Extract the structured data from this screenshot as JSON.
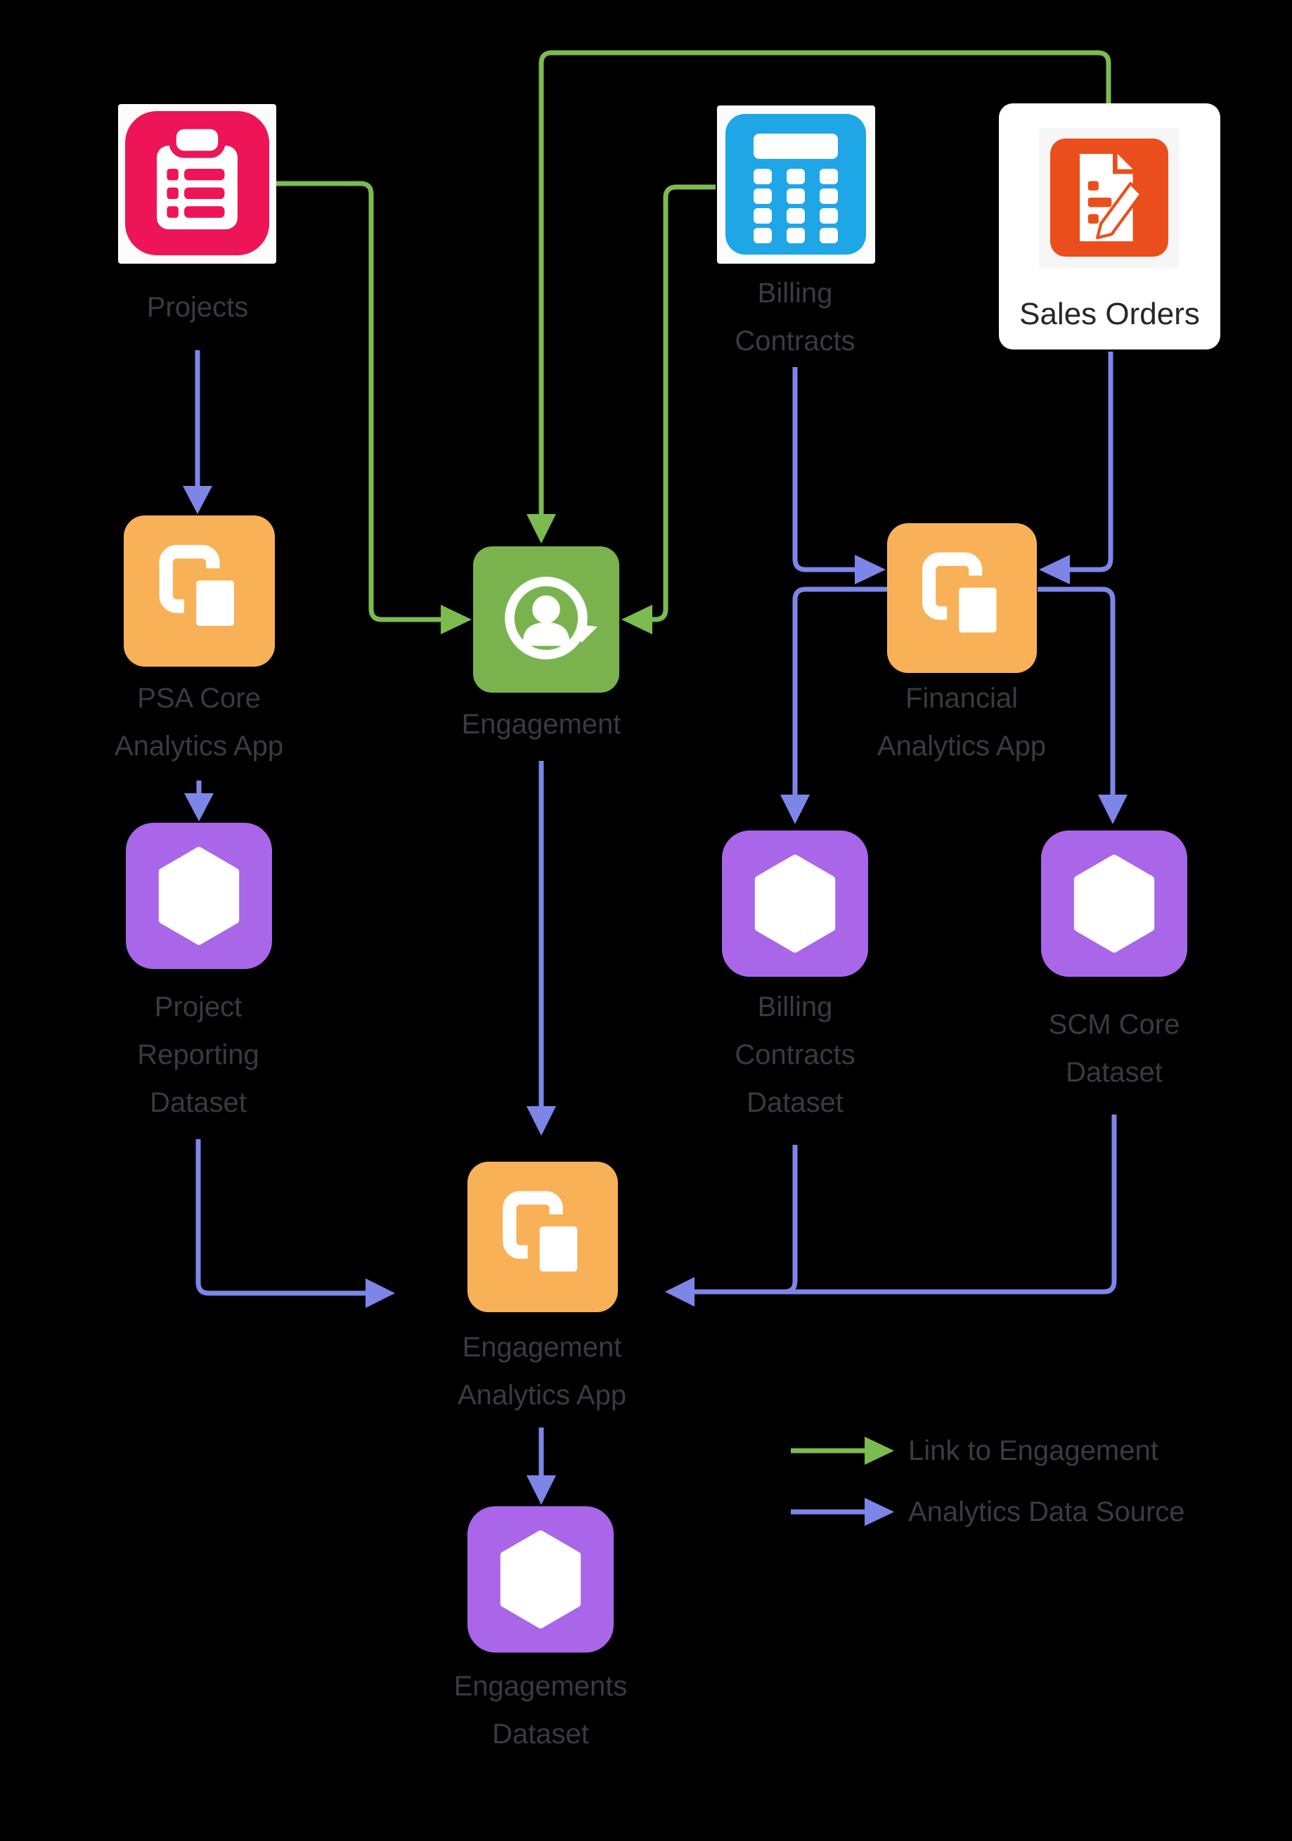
{
  "diagram": {
    "title": "Engagement analytics dependency diagram",
    "background_color": "#000000",
    "colors": {
      "link_to_engagement_green": "#7cbb50",
      "analytics_data_source_purple": "#7d86e8",
      "app_icon_orange": "#f8b156",
      "dataset_icon_purple": "#a966e9",
      "projects_icon_pink": "#ed1457",
      "billing_icon_blue": "#1ea6e6",
      "sales_orders_icon_red": "#ea4e1c",
      "engagement_icon_green": "#7ab34e",
      "label_gray": "#3a3a40"
    },
    "nodes": {
      "projects": {
        "label": "Projects",
        "icon": "clipboard-list-icon"
      },
      "billing_contracts": {
        "label_lines": [
          "Billing",
          "Contracts"
        ],
        "icon": "calculator-icon"
      },
      "sales_orders": {
        "label": "Sales Orders",
        "icon": "document-pencil-icon"
      },
      "psa_core_analytics_app": {
        "label_lines": [
          "PSA Core",
          "Analytics App"
        ],
        "icon": "analytics-app-icon"
      },
      "engagement": {
        "label": "Engagement",
        "icon": "person-sync-icon"
      },
      "financial_analytics_app": {
        "label_lines": [
          "Financial",
          "Analytics App"
        ],
        "icon": "analytics-app-icon"
      },
      "project_reporting_dataset": {
        "label_lines": [
          "Project",
          "Reporting",
          "Dataset"
        ],
        "icon": "dataset-hexagon-icon"
      },
      "billing_contracts_dataset": {
        "label_lines": [
          "Billing",
          "Contracts",
          "Dataset"
        ],
        "icon": "dataset-hexagon-icon"
      },
      "scm_core_dataset": {
        "label_lines": [
          "SCM Core",
          "Dataset"
        ],
        "icon": "dataset-hexagon-icon"
      },
      "engagement_analytics_app": {
        "label_lines": [
          "Engagement",
          "Analytics App"
        ],
        "icon": "analytics-app-icon"
      },
      "engagements_dataset": {
        "label_lines": [
          "Engagements",
          "Dataset"
        ],
        "icon": "dataset-hexagon-icon"
      }
    },
    "legend": {
      "items": [
        {
          "label": "Link to Engagement",
          "color": "#7cbb50"
        },
        {
          "label": "Analytics Data Source",
          "color": "#7d86e8"
        }
      ]
    }
  }
}
